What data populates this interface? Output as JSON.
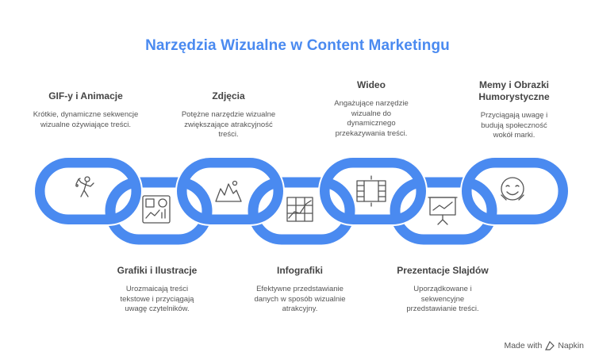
{
  "title": "Narzędzia Wizualne w Content Marketingu",
  "top_items": [
    {
      "title": "GIF-y i Animacje",
      "desc": "Krótkie, dynamiczne sekwencje wizualne ożywiające treści."
    },
    {
      "title": "Zdjęcia",
      "desc": "Potężne narzędzie wizualne zwiększające atrakcyjność treści."
    },
    {
      "title": "Wideo",
      "desc": "Angażujące narzędzie wizualne do dynamicznego przekazywania treści."
    },
    {
      "title": "Memy i Obrazki Humorystyczne",
      "desc": "Przyciągają uwagę i budują społeczność wokół marki."
    }
  ],
  "bottom_items": [
    {
      "title": "Grafiki i Ilustracje",
      "desc": "Urozmaicają treści tekstowe i przyciągają uwagę czytelników."
    },
    {
      "title": "Infografiki",
      "desc": "Efektywne przedstawianie danych w sposób wizualnie atrakcyjny."
    },
    {
      "title": "Prezentacje Slajdów",
      "desc": "Uporządkowane i sekwencyjne przedstawianie treści."
    }
  ],
  "footer": {
    "text": "Made with",
    "brand": "Napkin"
  },
  "colors": {
    "accent": "#4a8af0",
    "chain": "#4a8af0",
    "icon": "#555555",
    "text": "#444444"
  }
}
